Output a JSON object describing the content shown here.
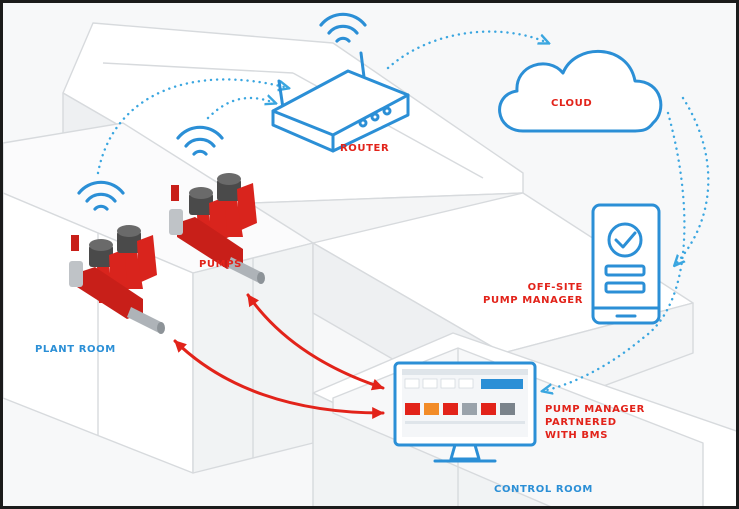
{
  "labels": {
    "router": "ROUTER",
    "cloud": "CLOUD",
    "pumps": "PUMPS",
    "plant_room": "PLANT ROOM",
    "offsite_line1": "OFF-SITE",
    "offsite_line2": "PUMP MANAGER",
    "bms_line1": "PUMP MANAGER",
    "bms_line2": "PARTNERED",
    "bms_line3": "WITH BMS",
    "control_room": "CONTROL ROOM"
  },
  "colors": {
    "accent_blue": "#2b8fd6",
    "dotted_link": "#3aa6e0",
    "accent_red": "#e2231a",
    "pump_body": "#d9241d",
    "motor_gray": "#4a4a4a",
    "building_line": "#d7dadd",
    "building_fill": "#ffffff",
    "building_shade": "#eef0f2"
  },
  "icons": [
    "wifi-icon",
    "router-icon",
    "cloud-icon",
    "tablet-icon",
    "checkmark-icon",
    "monitor-icon",
    "pump-icon"
  ],
  "connections": [
    {
      "from": "plant-room-pumps",
      "to": "router",
      "style": "dotted-blue"
    },
    {
      "from": "router",
      "to": "cloud",
      "style": "dotted-blue"
    },
    {
      "from": "cloud",
      "to": "off-site-pump-manager",
      "style": "dotted-blue"
    },
    {
      "from": "cloud",
      "to": "control-room-monitor",
      "style": "dotted-blue"
    },
    {
      "from": "pumps",
      "to": "control-room-monitor",
      "style": "solid-red-bidirectional"
    }
  ]
}
